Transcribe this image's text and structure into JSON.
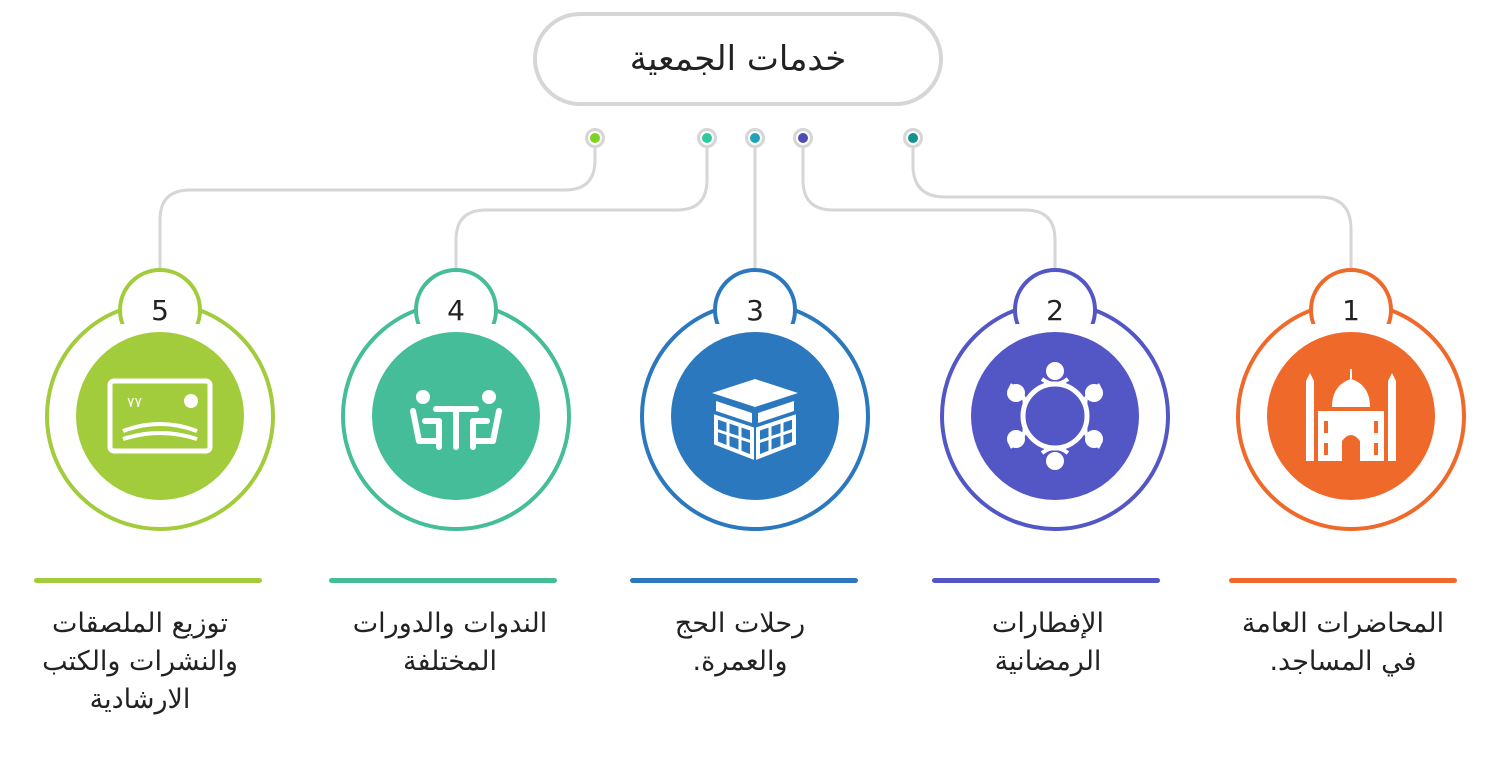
{
  "title": "خدمات الجمعية",
  "steps": [
    {
      "number": "1",
      "color": "#ef6a2a",
      "icon": "mosque-icon",
      "lines": [
        "المحاضرات العامة",
        "في المساجد."
      ]
    },
    {
      "number": "2",
      "color": "#5357c6",
      "icon": "round-table-meeting-icon",
      "lines": [
        "الإفطارات",
        "الرمضانية"
      ]
    },
    {
      "number": "3",
      "color": "#2b78be",
      "icon": "kaaba-icon",
      "lines": [
        "رحلات الحج",
        "والعمرة."
      ]
    },
    {
      "number": "4",
      "color": "#45bd98",
      "icon": "table-and-chairs-icon",
      "lines": [
        "الندوات والدورات",
        "المختلفة"
      ]
    },
    {
      "number": "5",
      "color": "#a3cc3c",
      "icon": "poster-icon",
      "lines": [
        "توزيع الملصقات",
        "والنشرات والكتب",
        "الارشادية"
      ]
    }
  ],
  "dot_colors": [
    "#7ed321",
    "#2ec9a0",
    "#1fa3b8",
    "#4b4db3",
    "#13918f"
  ],
  "connector_color": "#d6d6d6"
}
